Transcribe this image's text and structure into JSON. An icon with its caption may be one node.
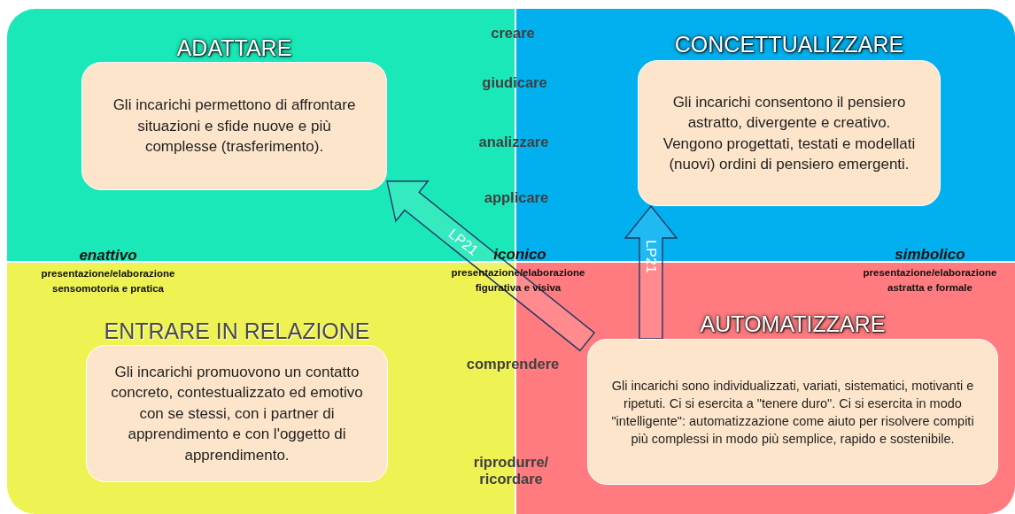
{
  "diagram": {
    "nodes": [
      {
        "text": [
          "ADATTARE"
        ]
      },
      {
        "text": [
          "Gli incarichi permettono di affrontare situazioni e sfide nuove e più complesse (trasferimento)."
        ],
        "in": 0
      },
      {
        "text": [
          "CONCETTUALIZZARE"
        ]
      },
      {
        "text": [
          "Gli incarichi consentono il pensiero astratto, divergente e creativo. Vengono progettati, testati e modellati (nuovi) ordini di pensiero emergenti."
        ],
        "in": 2
      },
      {
        "text": [
          "ENTRARE IN RELAZIONE"
        ]
      },
      {
        "text": [
          "Gli incarichi promuovono un contatto concreto, contestualizzato ed emotivo con se stessi, con i partner di apprendimento e con l'oggetto di apprendimento."
        ],
        "in": 4
      },
      {
        "text": [
          "AUTOMATIZZARE"
        ]
      },
      {
        "text": [
          "Gli incarichi sono individualizzati, variati, sistematici, motivanti e ripetuti. Ci si esercita a \"tenere duro\". Ci si esercita in modo \"intelligente\": automatizzazione come aiuto per risolvere compiti più complessi in modo più semplice, rapido e sostenibile."
        ],
        "in": 6
      }
    ],
    "edges": [
      {
        "from": 7,
        "to": 1,
        "arrow": "to",
        "label": "LP21"
      },
      {
        "from": 7,
        "to": 3,
        "arrow": "to",
        "label": "LP21"
      }
    ],
    "labels": [
      "creare",
      "giudicare",
      "analizzare",
      "applicare",
      "enattivo",
      "presentazione/elaborazione sensomotoria e pratica",
      "iconico",
      "presentazione/elaborazione figurativa e visiva",
      "simbolico",
      "presentazione/elaborazione astratta e formale",
      "comprendere",
      "riprodurre/ ricordare"
    ]
  }
}
